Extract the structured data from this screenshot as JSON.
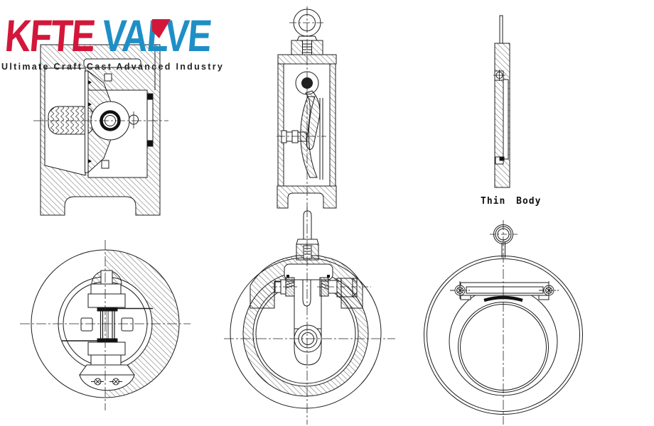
{
  "brand": {
    "logo": {
      "part1": "KFTE",
      "part2": "VALVE"
    },
    "tagline": "Ultimate Craft Cast Advanced Industry",
    "colors": {
      "logo_blue": "#1e8fc6",
      "logo_red": "#d2173a",
      "line_ink": "#1c1c1c"
    }
  },
  "annotations": {
    "thin_body_label": "Thin Body"
  }
}
